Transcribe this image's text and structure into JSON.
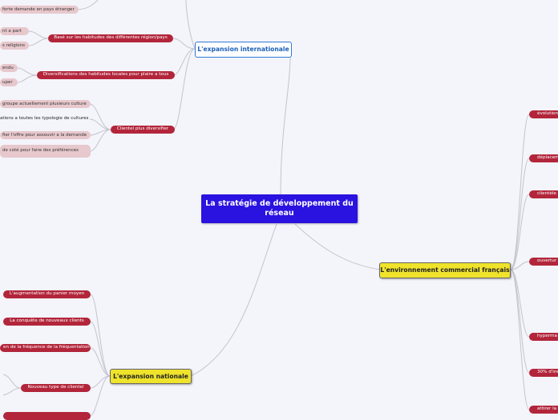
{
  "central": {
    "label": "La stratégie de développement du réseau"
  },
  "branches": {
    "international": {
      "label": "L'expansion internationale",
      "children": {
        "habitudes": "Basé sur les habitudes des différentes région/pays",
        "diversification": "Diversifications des habitudes locales pour plaire a tous",
        "clientele": "Clientel plus diversifier"
      },
      "leaves": {
        "forte_demande": "forte demande en pays étranger",
        "part": "nt a part",
        "religions": "s religions",
        "endu": "endu",
        "uper": "uper",
        "groupe": "groupe actuellement plusieurs culture",
        "typologie": "ations a toutes les typologie de cultures",
        "offre": "fier l'offre pour assouvir a la demande",
        "preferences": "de coté pour faire des préférences"
      }
    },
    "francais": {
      "label": "L'environnement commercial français",
      "children": {
        "evolution": "évolution",
        "deplacement": "déplacem",
        "clientele": "clientèle",
        "ouverture": "ouvertur",
        "hyper": "hyperma",
        "pct": "30% d'ine",
        "atteindre": "attirer la"
      }
    },
    "national": {
      "label": "L'expansion nationale",
      "children": {
        "panier": "L'augmentation du panier moyen",
        "conquete": "La conquête de nouveaux clients",
        "frequence": "en de la fréquence de la fréquentation",
        "nouveau": "Nouveau type de clientel"
      }
    }
  }
}
